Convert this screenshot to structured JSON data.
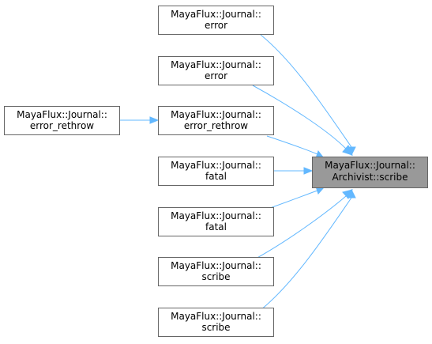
{
  "graph": {
    "colors": {
      "edge": "#63b8ff",
      "node_border": "#666666",
      "focus_fill": "#999999",
      "node_fill": "#ffffff"
    },
    "nodes": {
      "focus": {
        "line1": "MayaFlux::Journal::",
        "line2": "Archivist::scribe"
      },
      "rethrow_outer": {
        "line1": "MayaFlux::Journal::",
        "line2": "error_rethrow"
      },
      "error_a": {
        "line1": "MayaFlux::Journal::",
        "line2": "error"
      },
      "error_b": {
        "line1": "MayaFlux::Journal::",
        "line2": "error"
      },
      "rethrow_inner": {
        "line1": "MayaFlux::Journal::",
        "line2": "error_rethrow"
      },
      "fatal_a": {
        "line1": "MayaFlux::Journal::",
        "line2": "fatal"
      },
      "fatal_b": {
        "line1": "MayaFlux::Journal::",
        "line2": "fatal"
      },
      "scribe_a": {
        "line1": "MayaFlux::Journal::",
        "line2": "scribe"
      },
      "scribe_b": {
        "line1": "MayaFlux::Journal::",
        "line2": "scribe"
      }
    }
  }
}
